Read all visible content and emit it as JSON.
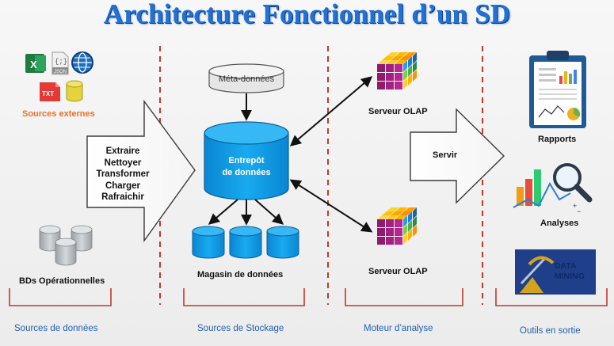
{
  "title": "Architecture Fonctionnel d’un SD",
  "sources_externes": {
    "label": "Sources externes",
    "file_icons": [
      "excel-icon",
      "json-file-icon",
      "web-globe-icon",
      "txt-file-icon",
      "database-icon"
    ],
    "json_badge": "JSON",
    "txt_badge": "TXT"
  },
  "etl_steps": [
    "Extraire",
    "Nettoyer",
    "Transformer",
    "Charger",
    "Rafraichir"
  ],
  "bds_operationnelles": "BDs Opérationnelles",
  "meta_donnees": "Méta-données",
  "entrepot": [
    "Entrepôt",
    "de données"
  ],
  "magasin": "Magasin de données",
  "serveur_olap_top": "Serveur OLAP",
  "serveur_olap_bottom": "Serveur OLAP",
  "servir": "Servir",
  "rapports": "Rapports",
  "analyses": "Analyses",
  "data_mining": [
    "DATA",
    "MINING"
  ],
  "sections": [
    "Sources de données",
    "Sources de Stockage",
    "Moteur d’analyse",
    "Outils en sortie"
  ],
  "colors": {
    "title": "#1f73d8",
    "db_blue": "#0e9ae6",
    "divider": "#c0392b",
    "section_text": "#1f5fb0",
    "orange_label": "#e8702a"
  }
}
